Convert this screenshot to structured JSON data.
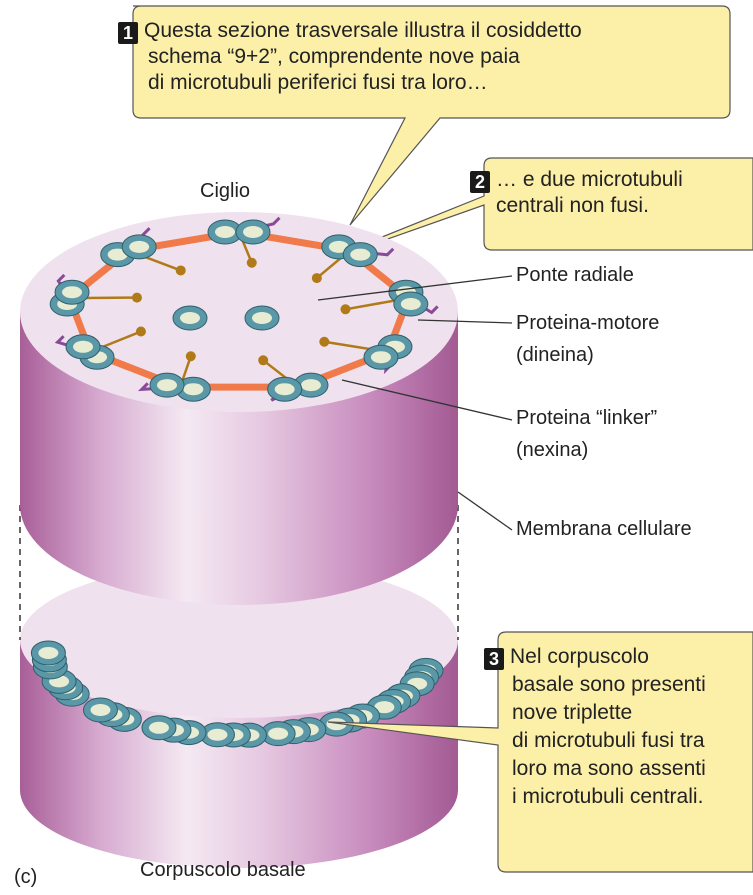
{
  "callouts": {
    "c1": {
      "number": "1",
      "line1": "Questa sezione trasversale illustra il cosiddetto",
      "line2": "schema “9+2”, comprendente nove paia",
      "line3": "di microtubuli periferici fusi tra loro…"
    },
    "c2": {
      "number": "2",
      "line1": "… e due microtubuli",
      "line2": "centrali non fusi."
    },
    "c3": {
      "number": "3",
      "line1": "Nel corpuscolo",
      "line2": "basale sono presenti",
      "line3": "nove triplette",
      "line4": "di microtubuli fusi tra",
      "line5": "loro ma sono assenti",
      "line6": "i microtubuli centrali."
    }
  },
  "labels": {
    "ciglio": "Ciglio",
    "ponte_radiale": "Ponte radiale",
    "proteina_motore": "Proteina-motore",
    "dineina": "(dineina)",
    "proteina_linker": "Proteina “linker”",
    "nexina": "(nexina)",
    "membrana": "Membrana cellulare",
    "corpuscolo": "Corpuscolo basale",
    "panel": "(c)"
  },
  "colors": {
    "callout_fill": "#fcefa8",
    "cylinder_dark": "#b070a0",
    "cylinder_light": "#f3e6f1",
    "top_face": "#efe1ee",
    "microtubule": "#5a98a8",
    "lumen": "#e7ecd2",
    "nexin": "#f07a4a",
    "dynein": "#8a4a98",
    "spoke": "#b07a18"
  }
}
